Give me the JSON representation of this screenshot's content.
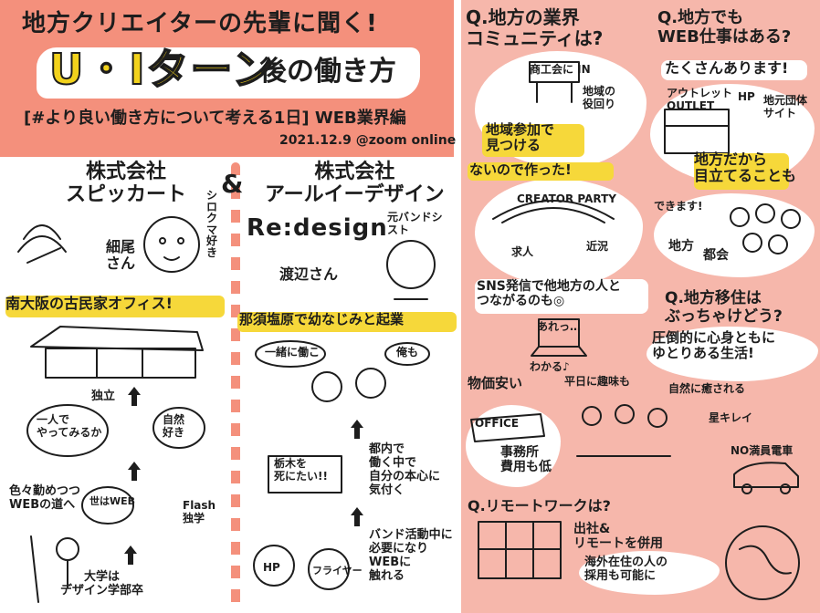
{
  "header": {
    "line1": "地方クリエイターの先輩に聞く!",
    "title_main": "U・Iターン",
    "title_sub": "後の働き方",
    "event": "[#より良い働き方について考える1日] WEB業界編",
    "date": "2021.12.9 @zoom online"
  },
  "amp": "&",
  "left": {
    "company": "株式会社\nスピッカート",
    "person": "細尾\nさん",
    "tag": "シロクマ好き",
    "office": "南大阪の古民家オフィス!",
    "bubble1": "一人で\nやってみるか",
    "bubble2": "自然\n好き",
    "independent": "独立",
    "step2": "色々勤めつつ\nWEBの道へ",
    "bubble3": "世はWEB",
    "bubble4": "Flash\n独学",
    "step1": "大学は\nデザイン学部卒"
  },
  "middle": {
    "company": "株式会社\nアールイーデザイン",
    "logo": "Re:design",
    "tag": "元バンドシスト",
    "person": "渡辺さん",
    "founded": "那須塩原で幼なじみと起業",
    "bubble1": "一緒に働こ",
    "bubble2": "俺も",
    "step2": "都内で\n働く中で\n自分の本心に\n気付く",
    "sign": "栃木を\n死にたい!!",
    "step1": "バンド活動中に\n必要になり\nWEBに\n触れる",
    "hp": "HP",
    "flyer": "フライヤー"
  },
  "right": {
    "q1": "Q.地方の業界\nコミュニティは?",
    "q1_sign": "商工会に IN",
    "q1_local": "地域の\n役回り",
    "q1_answer": "地域参加で\n見つける",
    "q1_answer2": "ないので作った!",
    "q1_banner": "CREATOR PARTY",
    "q1_kyujin": "求人",
    "q1_kinkyo": "近況",
    "q1_sns": "SNS発信で他地方の人と\nつながるのも◎",
    "q1_are": "あれっ…",
    "q1_wakaru": "わかる♪",
    "q2": "Q.地方でも\nWEB仕事はある?",
    "q2_answer": "たくさんあります!",
    "q2_outlet": "アウトレット\nOUTLET",
    "q2_hp": "HP",
    "q2_site": "地元団体\nサイト",
    "q2_medatsu": "地方だから\n目立てることも",
    "q2_dekimasu": "できます!",
    "q2_chiho": "地方",
    "q2_tokai": "都会",
    "q3": "Q.地方移住は\nぶっちゃけどう?",
    "q3_answer": "圧倒的に心身ともに\nゆとりある生活!",
    "q3_bukka": "物価安い",
    "q3_heijitsu": "平日に趣味も",
    "q3_shizen": "自然に癒される",
    "q3_office": "OFFICE",
    "q3_jimusho": "事務所\n費用も低",
    "q3_hoshi": "星キレイ",
    "q3_densha": "NO満員電車",
    "q4": "Q.リモートワークは?",
    "q4_answer": "出社&\nリモートを併用",
    "q4_kaigai": "海外在住の人の\n採用も可能に"
  }
}
